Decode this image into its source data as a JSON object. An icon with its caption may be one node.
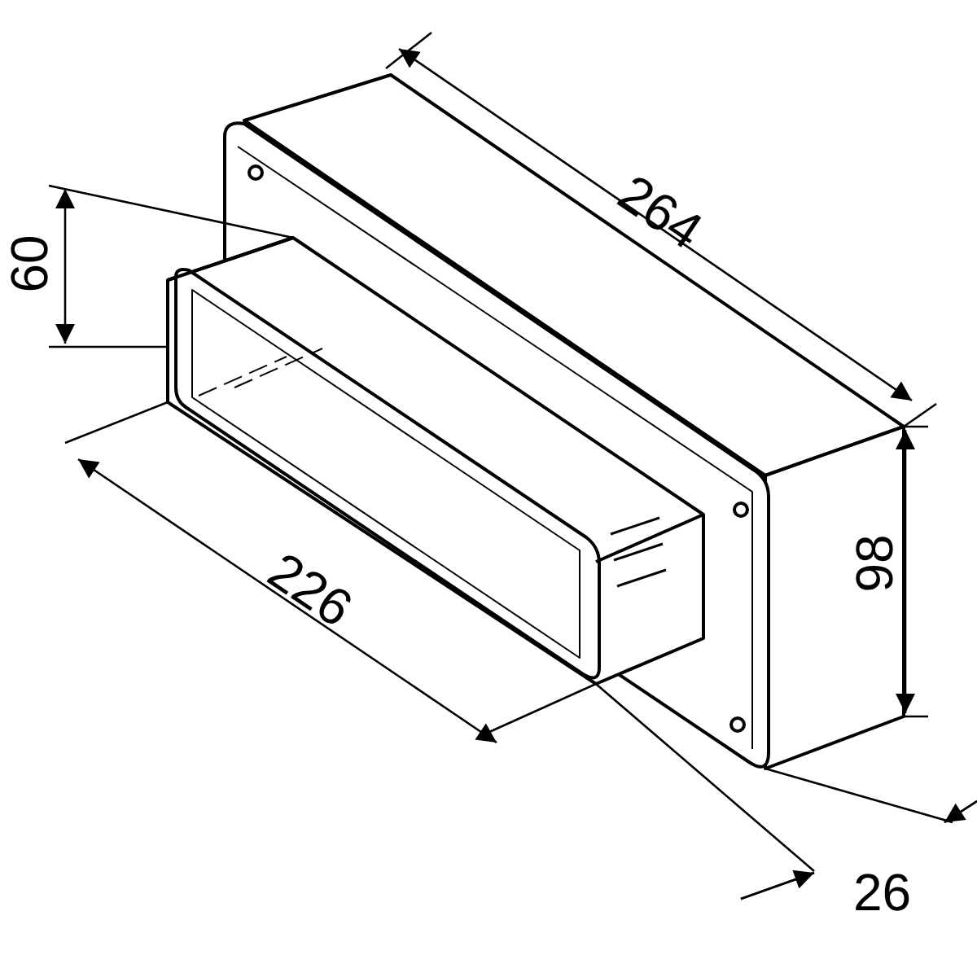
{
  "diagram": {
    "labels": [
      "264",
      "60",
      "226",
      "98",
      "26"
    ]
  }
}
